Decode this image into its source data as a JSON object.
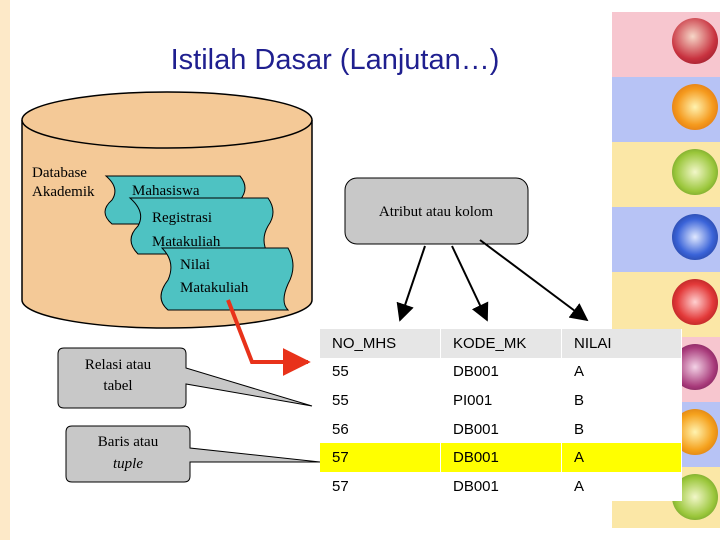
{
  "title": "Istilah Dasar (Lanjutan…)",
  "database_label_line1": "Database",
  "database_label_line2": "Akademik",
  "tables": {
    "mahasiswa": "Mahasiswa",
    "registrasi_line1": "Registrasi",
    "registrasi_line2": "Matakuliah",
    "nilai_line1": "Nilai",
    "nilai_line2": "Matakuliah"
  },
  "callouts": {
    "atribut": "Atribut atau kolom",
    "relasi_line1": "Relasi atau",
    "relasi_line2": "tabel",
    "baris_line1": "Baris atau",
    "baris_line2": "tuple"
  },
  "table": {
    "headers": [
      "NO_MHS",
      "KODE_MK",
      "NILAI"
    ],
    "rows": [
      [
        "55",
        "DB001",
        "A"
      ],
      [
        "55",
        "PI001",
        "B"
      ],
      [
        "56",
        "DB001",
        "B"
      ],
      [
        "57",
        "DB001",
        "A"
      ],
      [
        "57",
        "DB001",
        "A"
      ]
    ],
    "highlight_row_index": 3
  },
  "colors": {
    "title": "#1f1f8f",
    "cylinder": "#f4c997",
    "table_shape": "#4ec2c2",
    "callout": "#c8c8c8",
    "highlight": "#ffff00",
    "arrow_red": "#e8321a"
  }
}
